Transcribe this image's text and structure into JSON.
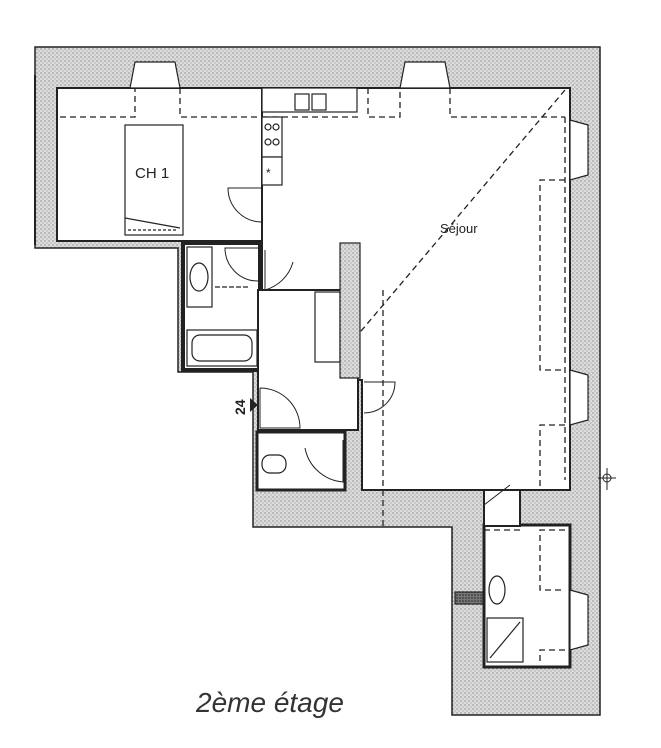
{
  "plan": {
    "title": "2ème étage",
    "rooms": {
      "bedroom": "CH 1",
      "living": "Séjour"
    },
    "entrance_marker": "24"
  },
  "colors": {
    "wall_fill": "#d2d2d2",
    "line": "#1a1a1a",
    "background": "#ffffff"
  }
}
